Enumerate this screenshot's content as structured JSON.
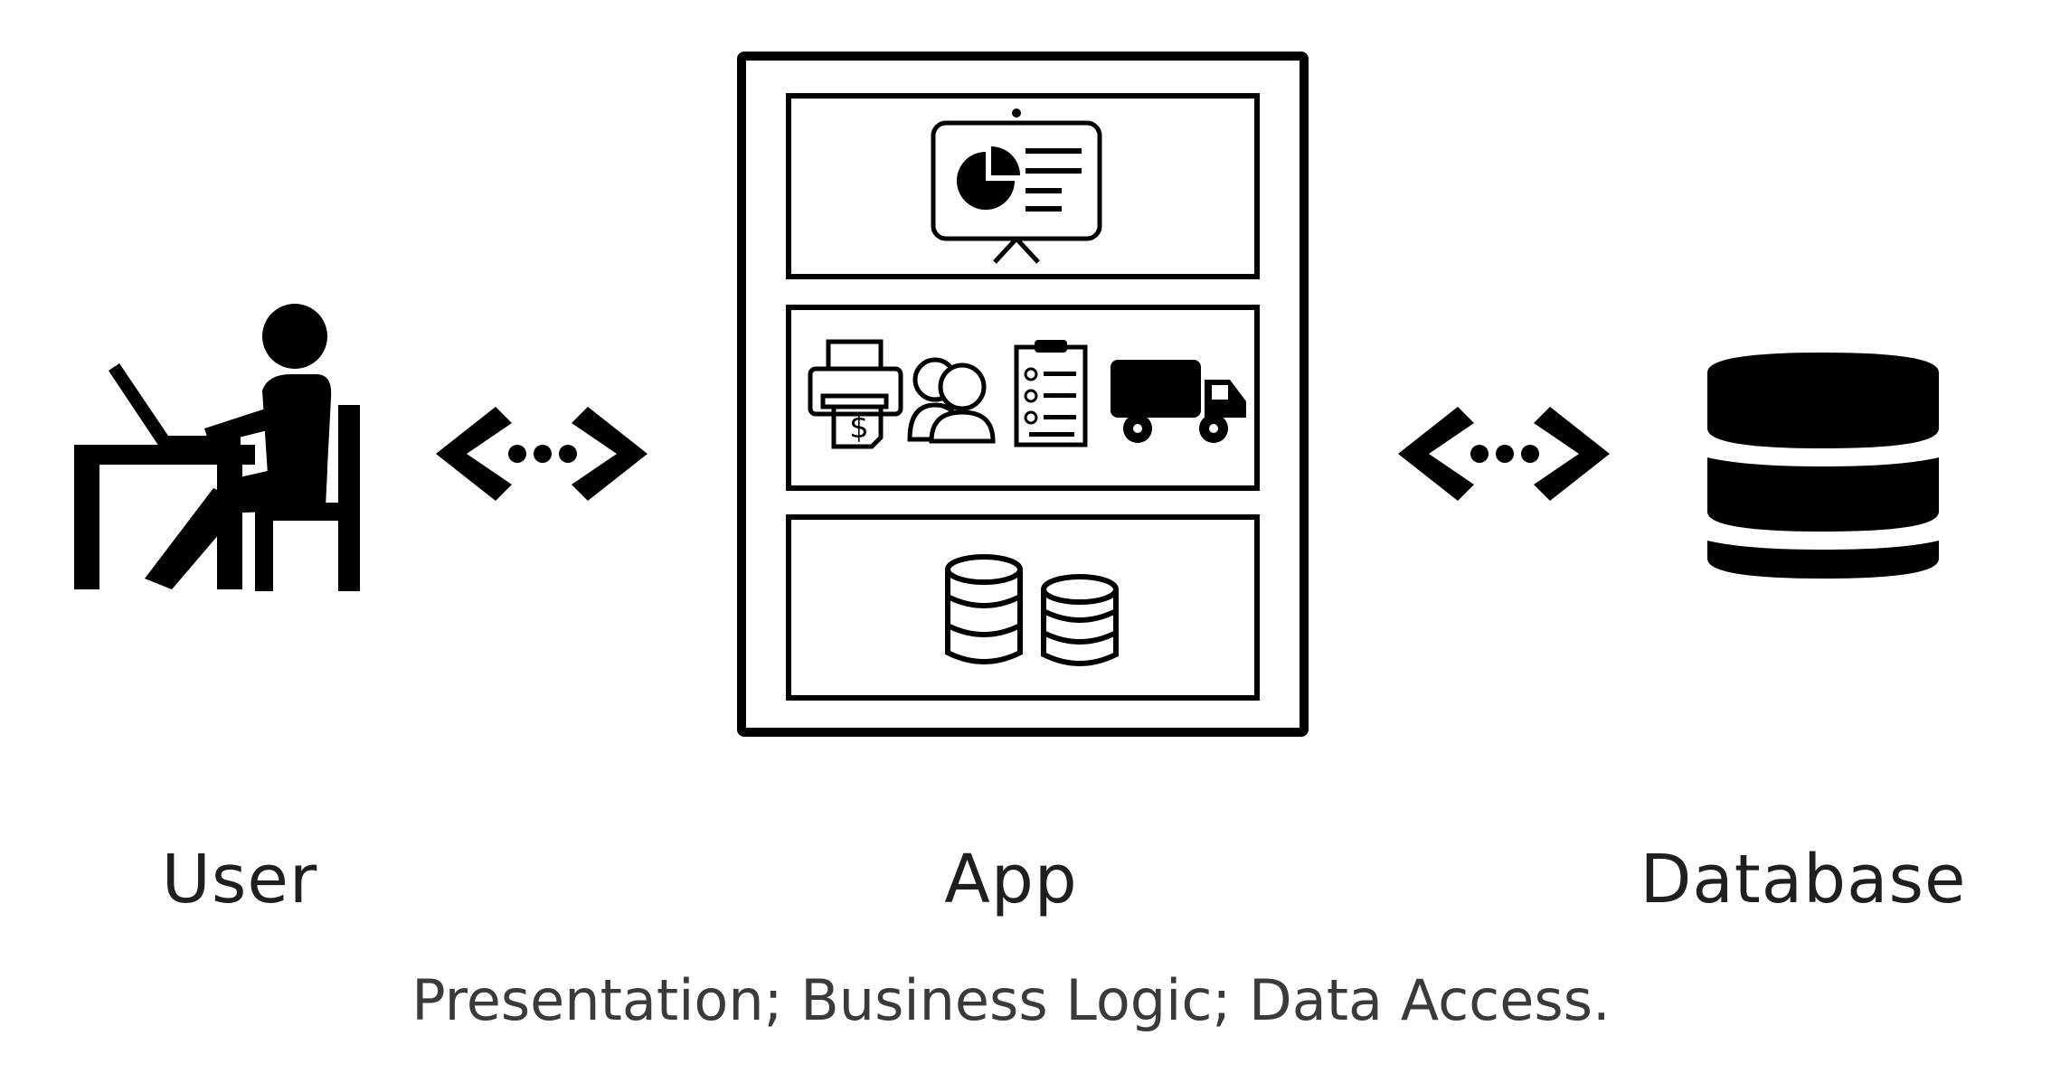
{
  "labels": {
    "user": "User",
    "app": "App",
    "database": "Database"
  },
  "caption": "Presentation; Business Logic; Data Access.",
  "icons": {
    "user": "person-at-desk-with-laptop-icon",
    "left_connector": "bidirectional-arrow-icon",
    "right_connector": "bidirectional-arrow-icon",
    "presentation_layer": "presentation-board-icon",
    "business_layer": [
      "invoice-printer-icon",
      "users-icon",
      "checklist-icon",
      "delivery-truck-icon"
    ],
    "data_layer": "database-pair-icon",
    "database": "database-icon"
  },
  "colors": {
    "ink": "#000000",
    "label_text": "#1f1f1f",
    "caption_text": "#3a3a3a",
    "background": "#ffffff"
  }
}
